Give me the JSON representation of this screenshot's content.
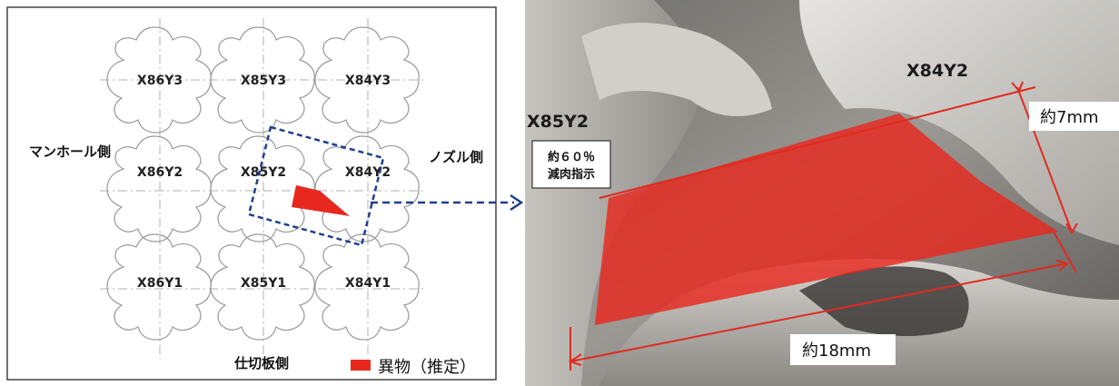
{
  "map": {
    "tubes": [
      {
        "label": "X86Y3"
      },
      {
        "label": "X85Y3"
      },
      {
        "label": "X84Y3"
      },
      {
        "label": "X86Y2"
      },
      {
        "label": "X85Y2"
      },
      {
        "label": "X84Y2"
      },
      {
        "label": "X86Y1"
      },
      {
        "label": "X85Y1"
      },
      {
        "label": "X84Y1"
      }
    ],
    "side_left": "マンホール側",
    "side_right": "ノズル側",
    "side_bottom": "仕切板側",
    "legend_label": "異物（推定）"
  },
  "photo": {
    "tube_right_label": "X84Y2",
    "tube_left_label": "X85Y2",
    "note_line1": "約６０％",
    "note_line2": "減肉指示",
    "dim_height": "約7mm",
    "dim_length": "約18mm"
  },
  "colors": {
    "foreign_matter": "#e8281f",
    "dashed_box": "#1f3f8f",
    "dimension": "#e02a20"
  }
}
